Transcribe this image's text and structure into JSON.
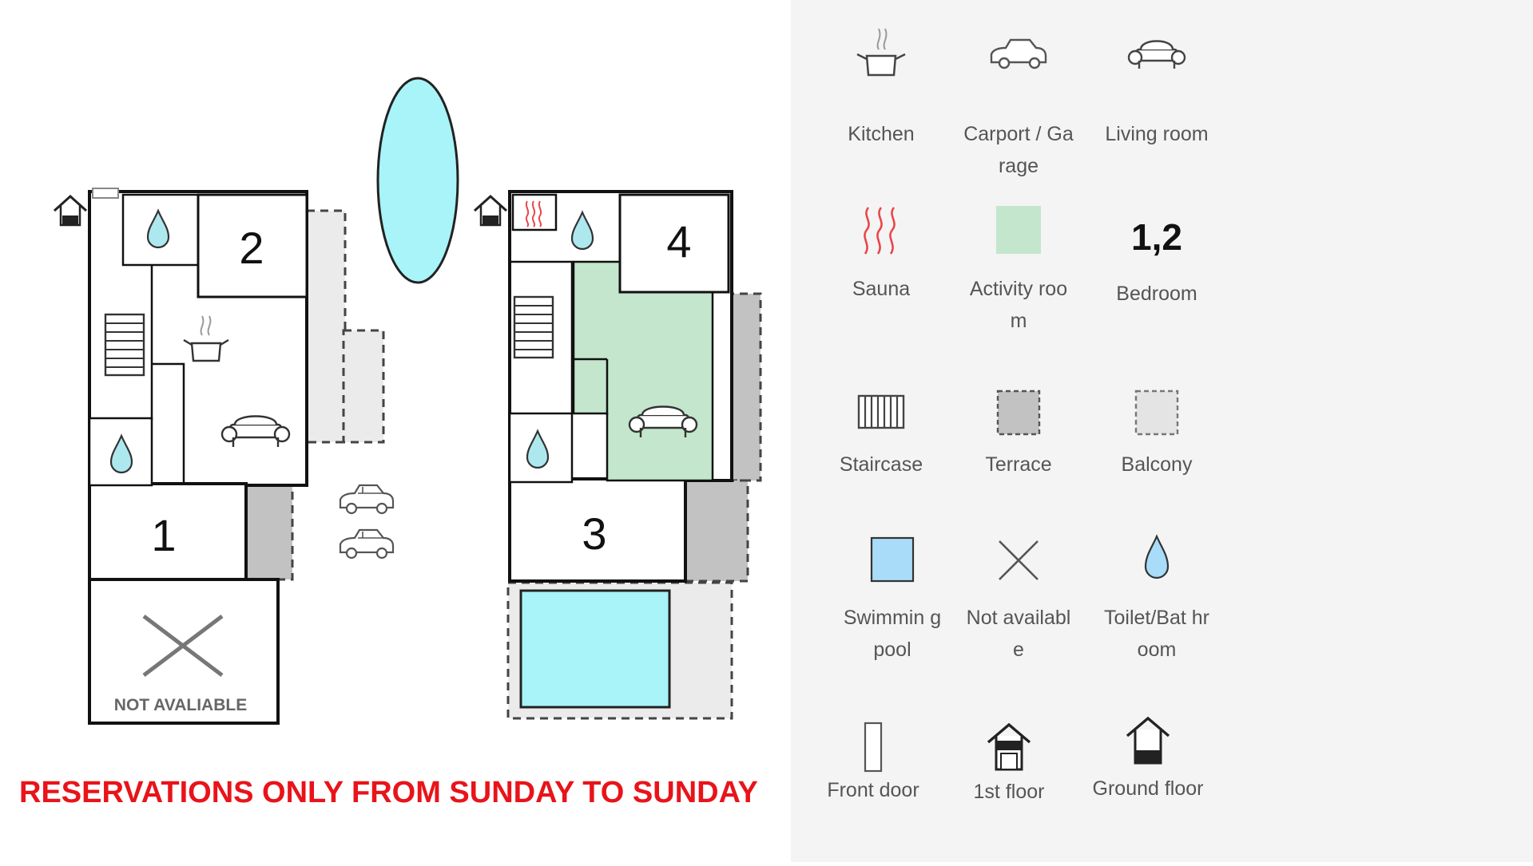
{
  "plan": {
    "rooms": {
      "ground_floor": [
        "2",
        "1"
      ],
      "first_floor": [
        "4",
        "3"
      ]
    },
    "not_available_label": "NOT AVALIABLE",
    "notice": "RESERVATIONS ONLY FROM SUNDAY TO SUNDAY"
  },
  "legend": {
    "items": [
      {
        "label": "Kitchen",
        "icon": "kitchen-icon"
      },
      {
        "label": "Carport / Garage",
        "icon": "car-icon"
      },
      {
        "label": "Living room",
        "icon": "sofa-icon"
      },
      {
        "label": "Sauna",
        "icon": "sauna-icon"
      },
      {
        "label": "Activity room",
        "icon": "activity-swatch"
      },
      {
        "label": "Bedroom",
        "icon": "bedroom-number",
        "symbol": "1,2"
      },
      {
        "label": "Staircase",
        "icon": "staircase-icon"
      },
      {
        "label": "Terrace",
        "icon": "terrace-swatch"
      },
      {
        "label": "Balcony",
        "icon": "balcony-swatch"
      },
      {
        "label": "Swimmin g pool",
        "icon": "pool-swatch"
      },
      {
        "label": "Not available",
        "icon": "cross-icon"
      },
      {
        "label": "Toilet/Bat hroom",
        "icon": "drop-icon"
      },
      {
        "label": "Front door",
        "icon": "door-icon"
      },
      {
        "label": "1st floor",
        "icon": "first-floor-icon"
      },
      {
        "label": "Ground floor",
        "icon": "ground-floor-icon"
      }
    ]
  },
  "colors": {
    "activity": "#c3e6cc",
    "terrace": "#c2c2c2",
    "balcony": "#e4e4e4",
    "pool": "#a8f4f8",
    "water": "#aee8ef",
    "sauna": "#e8464a",
    "notice": "#e8141a"
  }
}
